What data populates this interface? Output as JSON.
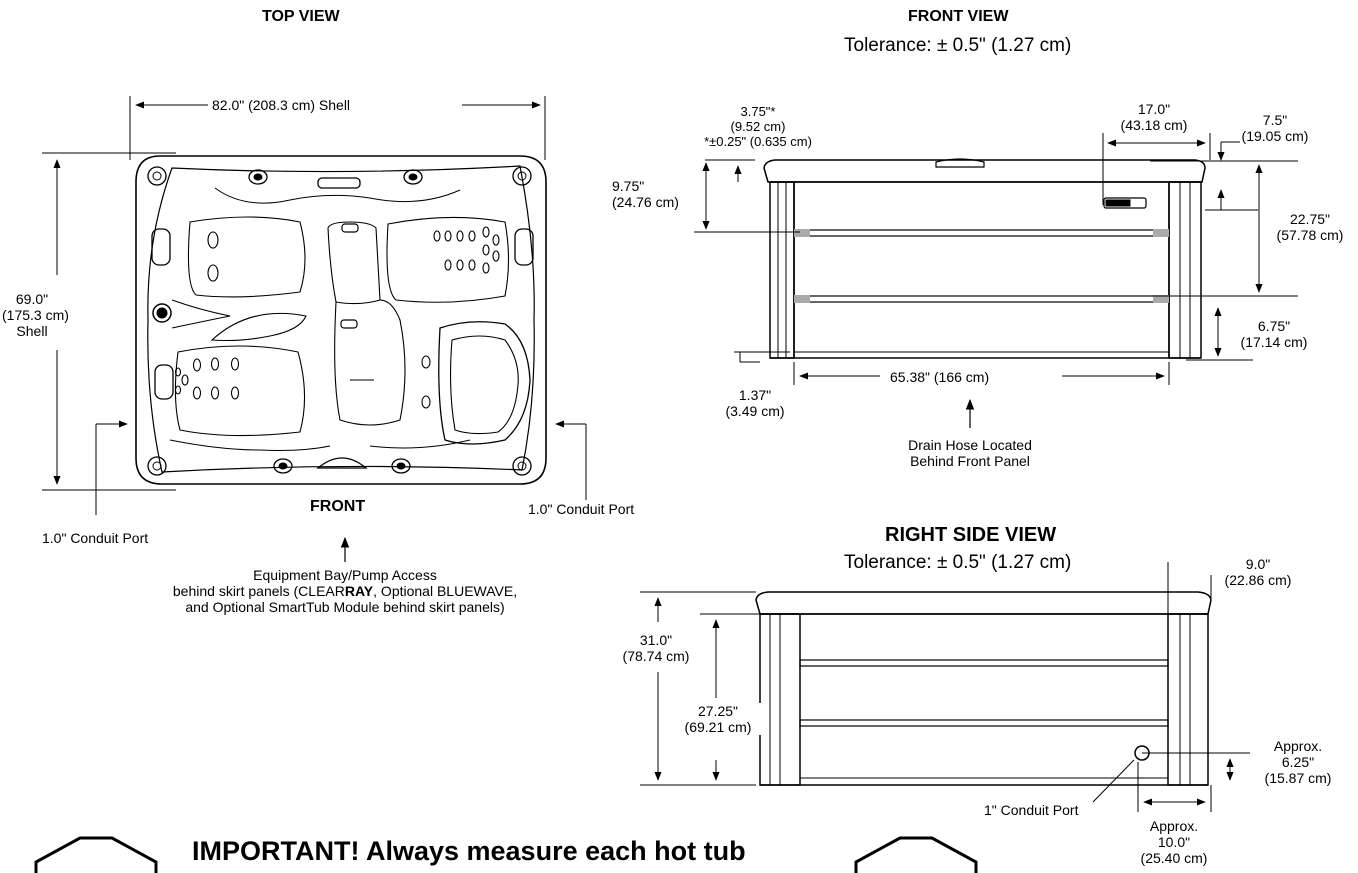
{
  "top_view": {
    "title": "TOP VIEW",
    "width_dim": "82.0\" (208.3 cm) Shell",
    "height_dim": [
      "69.0\"",
      "(175.3 cm)",
      "Shell"
    ],
    "front_label": "FRONT",
    "conduit_left": "1.0\" Conduit Port",
    "conduit_right": "1.0\" Conduit Port",
    "equipment_note": {
      "line1": "Equipment Bay/Pump Access",
      "line2_pre": "behind skirt panels (CLEAR",
      "line2_bold": "RAY",
      "line2_post": ", Optional BLUEWAVE,",
      "line3": "and Optional SmartTub Module behind skirt panels)"
    }
  },
  "front_view": {
    "title": "FRONT VIEW",
    "tolerance": "Tolerance: ± 0.5\" (1.27 cm)",
    "dim_lip": [
      "3.75\"*",
      "(9.52 cm)",
      "*±0.25\" (0.635 cm)"
    ],
    "dim_top": [
      "9.75\"",
      "(24.76 cm)"
    ],
    "dim_panel_width": [
      "17.0\"",
      "(43.18 cm)"
    ],
    "dim_right_top": [
      "7.5\"",
      "(19.05 cm)"
    ],
    "dim_mid": [
      "22.75\"",
      "(57.78 cm)"
    ],
    "dim_bottom_right": [
      "6.75\"",
      "(17.14 cm)"
    ],
    "dim_bottom_left": [
      "1.37\"",
      "(3.49 cm)"
    ],
    "dim_width": "65.38\" (166 cm)",
    "drain_note": [
      "Drain Hose Located",
      "Behind Front Panel"
    ]
  },
  "right_side_view": {
    "title": "RIGHT SIDE VIEW",
    "tolerance": "Tolerance: ± 0.5\" (1.27 cm)",
    "dim_corner": [
      "9.0\"",
      "(22.86 cm)"
    ],
    "dim_total_height": [
      "31.0\"",
      "(78.74 cm)"
    ],
    "dim_cabinet_height": [
      "27.25\"",
      "(69.21 cm)"
    ],
    "dim_port_height": [
      "Approx.",
      "6.25\"",
      "(15.87 cm)"
    ],
    "dim_port_offset": [
      "Approx.",
      "10.0\"",
      "(25.40 cm)"
    ],
    "conduit_port": "1\" Conduit Port"
  },
  "notice": "IMPORTANT! Always measure each hot tub"
}
